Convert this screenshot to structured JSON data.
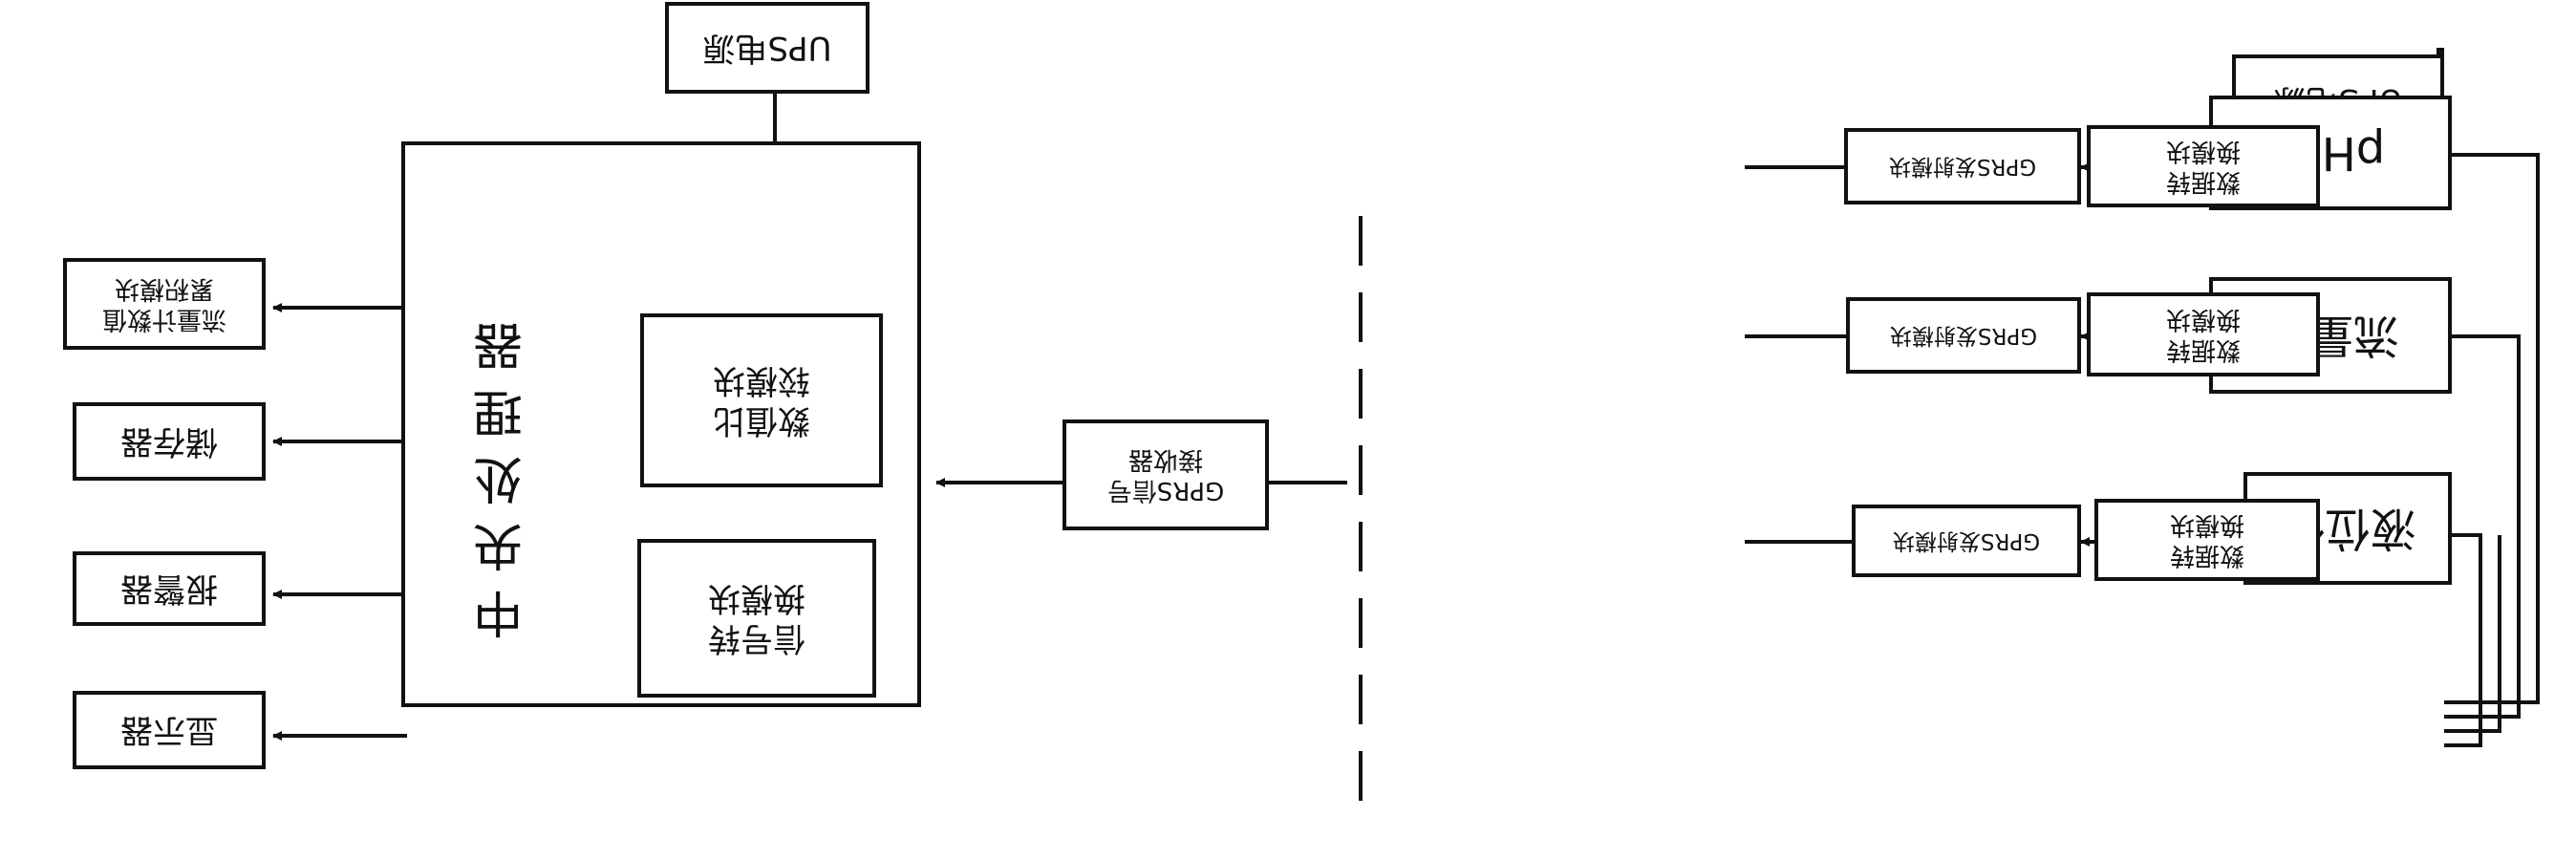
{
  "sensors": {
    "level_meter": "液位仪",
    "flow_meter": "流量计",
    "ph_meter": "pH计"
  },
  "ups": {
    "sensor_side": "UPS电源",
    "center_side": "UPS电源"
  },
  "converters": {
    "line1": [
      "数据转",
      "换模块"
    ],
    "line2": [
      "数据转",
      "换模块"
    ],
    "line3": [
      "数据转",
      "换模块"
    ]
  },
  "transmitters": {
    "line1": "GPRS发射模块",
    "line2": "GPRS发射模块",
    "line3": "GPRS发射模块"
  },
  "receiver": [
    "GPRS信号",
    "接收器"
  ],
  "cpu": {
    "title": "中央处理器",
    "signal_module": [
      "信号转",
      "换模块"
    ],
    "compare_module": [
      "数值比",
      "较模块"
    ]
  },
  "outputs": {
    "display": "显示器",
    "alarm": "报警器",
    "storage": "储存器",
    "flow_total": [
      "流量计数值",
      "累积模块"
    ]
  }
}
